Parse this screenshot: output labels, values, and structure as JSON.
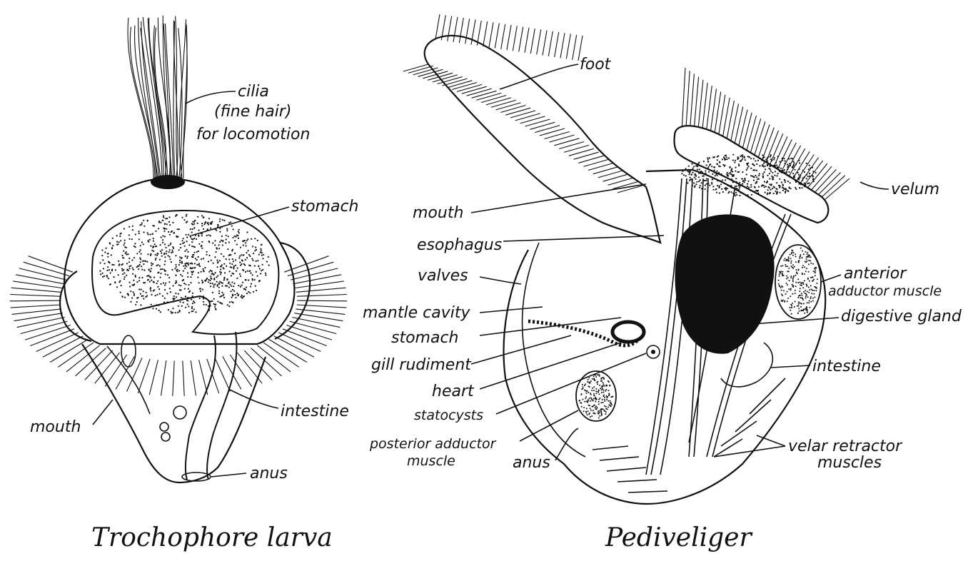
{
  "colors": {
    "ink": "#111111",
    "background": "#ffffff"
  },
  "left": {
    "caption": "Trochophore larva",
    "labels": {
      "cilia_1": "cilia",
      "cilia_2": "(fine hair)",
      "cilia_3": "for locomotion",
      "stomach": "stomach",
      "intestine": "intestine",
      "mouth": "mouth",
      "anus": "anus"
    }
  },
  "right": {
    "caption": "Pediveliger",
    "labels": {
      "foot": "foot",
      "velum": "velum",
      "mouth": "mouth",
      "esophagus": "esophagus",
      "valves": "valves",
      "mantle_cavity": "mantle cavity",
      "stomach": "stomach",
      "gill_rudiment": "gill rudiment",
      "heart": "heart",
      "statocysts": "statocysts",
      "posterior_adductor_1": "posterior adductor",
      "posterior_adductor_2": "muscle",
      "anus": "anus",
      "anterior_adductor_1": "anterior",
      "anterior_adductor_2": "adductor muscle",
      "digestive_gland": "digestive gland",
      "intestine": "intestine",
      "velar_retractor_1": "velar retractor",
      "velar_retractor_2": "muscles"
    }
  }
}
